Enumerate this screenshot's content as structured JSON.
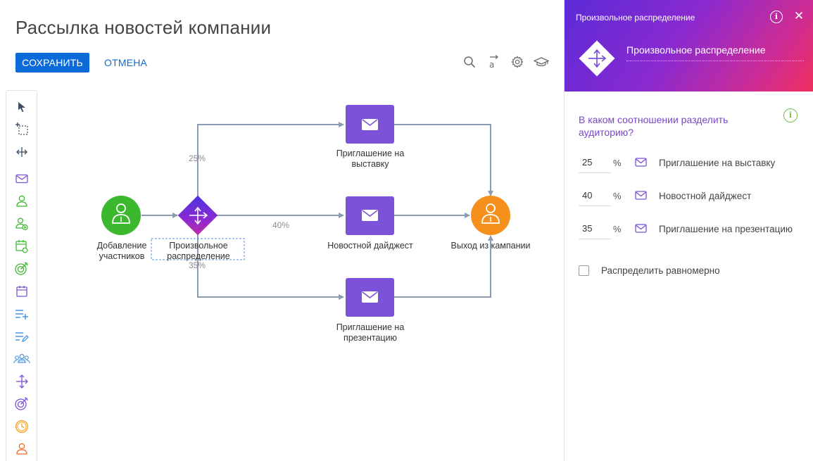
{
  "page": {
    "title": "Рассылка новостей компании"
  },
  "toolbar": {
    "save_label": "СОХРАНИТЬ",
    "cancel_label": "ОТМЕНА",
    "icons": [
      "search-icon",
      "text-size-icon",
      "gear-icon",
      "academy-cap-icon"
    ]
  },
  "palette": {
    "items": [
      "pointer-icon",
      "lasso-select-icon",
      "move-canvas-icon",
      "email-icon",
      "audience-icon",
      "add-audience-icon",
      "event-audience-icon",
      "target-audience-icon",
      "calendar-icon",
      "add-record-icon",
      "edit-record-icon",
      "group-icon",
      "random-split-icon",
      "conditional-target-icon",
      "timer-icon",
      "exit-icon"
    ]
  },
  "canvas": {
    "nodes": {
      "start": {
        "label_line1": "Добавление",
        "label_line2": "участников"
      },
      "split": {
        "label_line1": "Произвольное",
        "label_line2": "распределение"
      },
      "mail_top": {
        "label_line1": "Приглашение на",
        "label_line2": "выставку"
      },
      "mail_mid": {
        "label_line1": "Новостной дайджест"
      },
      "mail_bottom": {
        "label_line1": "Приглашение на",
        "label_line2": "презентацию"
      },
      "exit": {
        "label_line1": "Выход из кампании"
      }
    },
    "branches": {
      "top": "25%",
      "mid": "40%",
      "bottom": "35%"
    }
  },
  "panel": {
    "caption": "Произвольное распределение",
    "element_name": "Произвольное распределение",
    "question": "В каком соотношении разделить аудиторию?",
    "unit": "%",
    "rows": [
      {
        "value": "25",
        "name": "Приглашение на выставку"
      },
      {
        "value": "40",
        "name": "Новостной дайджест"
      },
      {
        "value": "35",
        "name": "Приглашение на презентацию"
      }
    ],
    "checkbox_label": "Распределить равномерно",
    "checkbox_checked": false
  },
  "colors": {
    "accent_blue": "#0d6bd9",
    "email_node": "#7b52d8",
    "start_node": "#3cb82f",
    "exit_node": "#f6901d",
    "question_text": "#7a46c9",
    "connector": "#8a9bb4"
  }
}
